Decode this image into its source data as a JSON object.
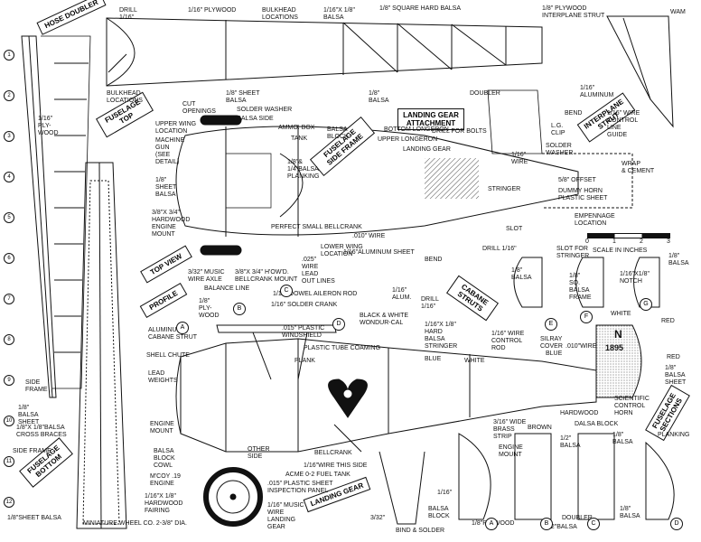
{
  "labels": {
    "hose_doubler": "HOSE DOUBLER",
    "drill_116": "DRILL\n1/16\"",
    "plywood_116": "1/16\" PLYWOOD",
    "bulkhead_locations_top": "BULKHEAD\nLOCATIONS",
    "balsa_116x18": "1/16\"X 1/8\"\nBALSA",
    "square_hard_balsa": "1/8\" SQUARE HARD BALSA",
    "plywood_interplane_strut": "1/8\" PLYWOOD\nINTERPLANE STRUT",
    "wam": "WAM",
    "bulkhead_locations_side": "BULKHEAD\nLOCATIONS",
    "cut_openings": "CUT\nOPENINGS",
    "ply_wood_116": "1/16\"\nPLY-\nWOOD",
    "fuselage_top": "FUSELAGE\nTOP",
    "sheet_balsa_18": "1/8\" SHEET\nBALSA",
    "solder_washer": "SOLDER WASHER",
    "balsa_18_b": "1/8\"\nBALSA",
    "landing_gear_attachment": "LANDING GEAR\nATTACHMENT",
    "drill_for_bolts": "DRILL FOR BOLTS",
    "doubler": "DOUBLER",
    "aluminum_116": "1/16\"\nALUMINUM",
    "bend": "BEND",
    "lg_clip": "L.G.\nCLIP",
    "interplane_strut": "INTERPLANE\nSTRUT",
    "wire_control_line_guide": "1/16\" WIRE\nCONTROL\nLINE\nGUIDE",
    "wrap_cement": "WRAP\n& CEMENT",
    "upper_wing_location": "UPPER WING\nLOCATION",
    "balsa_side_18": "1/8\"BALSA SIDE",
    "ammo_box": "AMMO. BOX",
    "tank": "TANK",
    "balsa_block": "BALSA\nBLOCK",
    "fuselage_side_frame": "FUSELAGE\nSIDE FRAME",
    "bottom_longeron": "BOTTOM LONGERON",
    "upper_longeron": "UPPER LONGERON",
    "landing_gear": "LANDING GEAR",
    "wire_116": "1/16\"\nWIRE",
    "solder_washer_2": "SOLDER\nWASHER",
    "machine_gun": "MACHINE\nGUN\n(SEE\nDETAIL)",
    "sheet_balsa_18_b": "1/8\"\nSHEET\nBALSA",
    "balsa_planking": "1/8\"&\n1/4\"BALSA\nPLANKING",
    "offset": "5/8\" OFFSET",
    "dummy_horn": "DUMMY HORN\nPLASTIC SHEET",
    "stringer": "STRINGER",
    "hardwood_engine_mount": "3/8\"X 3/4\"\nHARDWOOD\nENGINE\nMOUNT",
    "perfect_bellcrank": "PERFECT SMALL BELLCRANK",
    "wire_010": ".010\" WIRE",
    "empennage_location": "EMPENNAGE\nLOCATION",
    "slot": "SLOT",
    "lower_wing_location": "LOWER WING\nLOCATION",
    "aluminum_sheet": "1/16\"ALUMINUM SHEET",
    "bend_2": "BEND",
    "drill_116_b": "DRILL 1/16\"",
    "slot_for_stringer": "SLOT FOR\nSTRINGER",
    "scale_in_inches": "SCALE IN INCHES",
    "top_view": "TOP VIEW",
    "music_wire_axle": "3/32\" MUSIC\nWIRE AXLE",
    "howd_bellcrank_mount": "3/8\"X 3/4\" H'OW'D.\nBELLCRANK MOUNT",
    "wire_lead_out": ".025\"\nWIRE\nLEAD\nOUT LINES",
    "alum_116": "1/16\"\nALUM.",
    "drill_116_c": "DRILL\n1/16\"",
    "cabane_struts": "CABANE\nSTRUTS",
    "balsa_18_c": "1/8\"\nBALSA",
    "sq_balsa_frame": "1/8\"\nSQ.\nBALSA\nFRAME",
    "notch": "1/16\"X1/8\"\nNOTCH",
    "balsa_18_d": "1/8\"\nBALSA",
    "balance_line": "BALANCE LINE",
    "profile": "PROFILE",
    "ply_wood_18": "1/8\"\nPLY-\nWOOD",
    "dowel_aileron_rod": "1/16\" DOWEL AILERON ROD",
    "solder_crank": "1/16\" SOLDER CRANK",
    "black_white_wondur": "BLACK & WHITE\nWONDUR-CAL",
    "hard_balsa_stringer": "1/16\"X 1/8\"\nHARD\nBALSA\nSTRINGER",
    "wire_control_rod": "1/16\" WIRE\nCONTROL\nROD",
    "silray_cover": "SILRAY\nCOVER",
    "wire_010_b": ".010\"WIRE",
    "white": "WHITE",
    "red": "RED",
    "blue": "BLUE",
    "aluminum_cabane_strut": "ALUMINUM\nCABANE STRUT",
    "plastic_windshield": ".015\" PLASTIC\nWINDSHIELD",
    "plastic_tube_coaming": "PLASTIC TUBE COAMING",
    "shell_chute": "SHELL CHUTE",
    "plank": "PLANK",
    "blue_2": "BLUE",
    "white_2": "WHITE",
    "red_2": "RED",
    "n_letter": "N",
    "serial": "1895",
    "red_3": "RED",
    "balsa_sheet_18": "1/8\"\nBALSA\nSHEET",
    "lead_weights": "LEAD\nWEIGHTS",
    "scientific_control_horn": "SCIENTIFIC\nCONTROL\nHORN",
    "hardwood": "HARDWOOD",
    "dalsa_block": "DALSA BLOCK",
    "side_frame": "SIDE\nFRAME",
    "balsa_sheet_18_b": "1/8\"\nBALSA\nSHEET",
    "balsa_cross_braces": "1/8\"X 1/8\"BALSA\nCROSS BRACES",
    "side_frame_2": "SIDE FRAME",
    "engine_mount": "ENGINE\nMOUNT",
    "balsa_block_cowl": "BALSA\nBLOCK\nCOWL",
    "other_side": "OTHER\nSIDE",
    "bellcrank": "BELLCRANK",
    "wire_this_side": "1/16\"WIRE THIS SIDE",
    "fuel_tank": "ACME 0-2 FUEL TANK",
    "plastic_inspection": ".015\" PLASTIC SHEET\nINSPECTION PANEL",
    "mccoy_engine": "M'COY .19\nENGINE",
    "hardwood_fairing": "1/16\"X 1/8\"\nHARDWOOD\nFAIRING",
    "fuselage_bottom": "FUSELAGE\nBOTTOM",
    "sheet_balsa_bottom": "1/8\"SHEET BALSA",
    "miniature_wheel": "MINIATURE WHEEL CO. 2-3/8\" DIA.",
    "music_wire_gear": "1/16\" MUSIC\nWIRE\nLANDING\nGEAR",
    "landing_gear_title": "LANDING GEAR",
    "bind_solder": "BIND & SOLDER",
    "size_332": "3/32\"",
    "size_116": "1/16\"",
    "brass_strip": "3/16\" WIDE\nBRASS\nSTRIP",
    "engine_mount_2": "ENGINE\nMOUNT",
    "brown": "BROWN",
    "balsa_12": "1/2\"\nBALSA",
    "balsa_18_e": "1/8\"\nBALSA",
    "planking": "PLANKING",
    "fuselage_sections": "FUSELAGE\nSECTIONS",
    "balsa_block_2": "BALSA\nBLOCK",
    "plywood_18": "1/8\"PLYWOOD",
    "doubler_2": "DOUBLER",
    "doubler_balsa": "1/2\"BALSA",
    "balsa_18_f": "1/8\"\nBALSA"
  },
  "section_markers": [
    "A",
    "B",
    "C",
    "D",
    "E",
    "F",
    "G"
  ],
  "scale_ticks": [
    "0",
    "1",
    "2",
    "3"
  ],
  "station_numbers": [
    "1",
    "2",
    "3",
    "4",
    "5",
    "6",
    "7",
    "8",
    "9",
    "10",
    "11",
    "12"
  ]
}
